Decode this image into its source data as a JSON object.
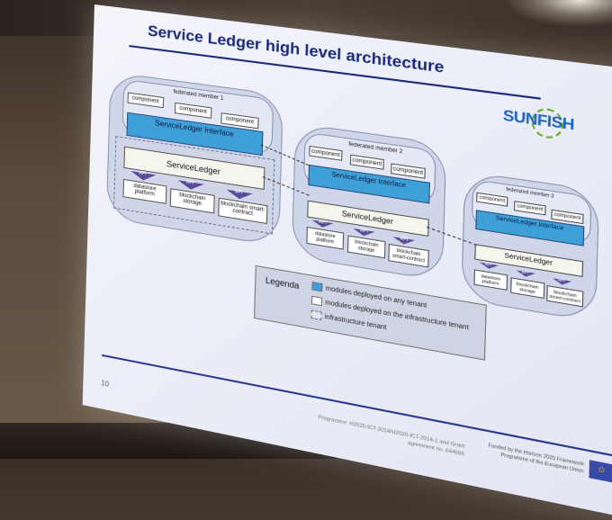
{
  "slide": {
    "title": "Service Ledger high level architecture",
    "logo": "SUNFISH",
    "page_number": "10",
    "programme": "Programme: H2020-ICT-2014/H2020-ICT-2014-1 and Grant agreement no. 644666",
    "funded": "Funded by the Horizon 2020 Framework Programme of the European Union"
  },
  "members": [
    {
      "label": "federated member 1",
      "components": [
        "component",
        "component",
        "component"
      ],
      "interface": "ServiceLedger Interface",
      "ledger": "ServiceLedger",
      "api": [
        "API",
        "API",
        "API"
      ],
      "modules": [
        "datastore platform",
        "blockchain storage",
        "blockchain smart-contract"
      ]
    },
    {
      "label": "federated member 2",
      "components": [
        "component",
        "component",
        "component"
      ],
      "interface": "ServiceLedger Interface",
      "ledger": "ServiceLedger",
      "api": [
        "API",
        "API",
        "API"
      ],
      "modules": [
        "datastore platform",
        "blockchain storage",
        "blockchain smart-contract"
      ]
    },
    {
      "label": "federated member 3",
      "components": [
        "component",
        "component",
        "component"
      ],
      "interface": "ServiceLedger Interface",
      "ledger": "ServiceLedger",
      "api": [
        "API",
        "API",
        "API"
      ],
      "modules": [
        "datastore platform",
        "blockchain storage",
        "blockchain smart-contract"
      ]
    }
  ],
  "legend": {
    "title": "Legenda",
    "items": [
      "modules deployed on any tenant",
      "modules deployed on the infrastructure tenant",
      "infrastructure tenant"
    ]
  },
  "colors": {
    "title": "#1a2a7a",
    "interface": "#3fa0d8",
    "api": "#5a4a9a",
    "cloud": "#cfd6ea"
  }
}
